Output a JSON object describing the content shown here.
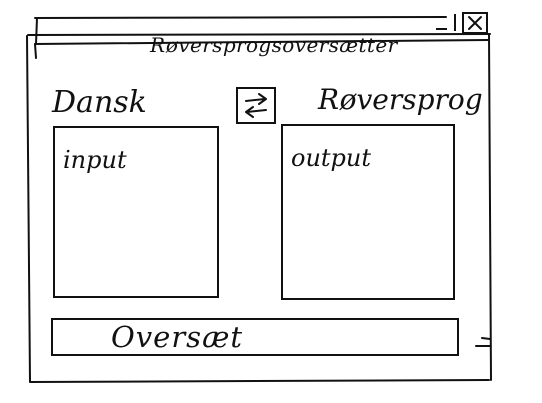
{
  "window": {
    "title": "Røversprogsoversætter",
    "controls": [
      {
        "icon": "minimize-icon",
        "glyph": "_"
      },
      {
        "icon": "close-icon",
        "glyph": "×"
      }
    ]
  },
  "source": {
    "language_label": "Dansk",
    "placeholder": "input"
  },
  "target": {
    "language_label": "Røversprog",
    "placeholder": "output"
  },
  "swap": {
    "icon": "swap-arrows-icon"
  },
  "actions": {
    "translate_label": "Oversæt"
  }
}
